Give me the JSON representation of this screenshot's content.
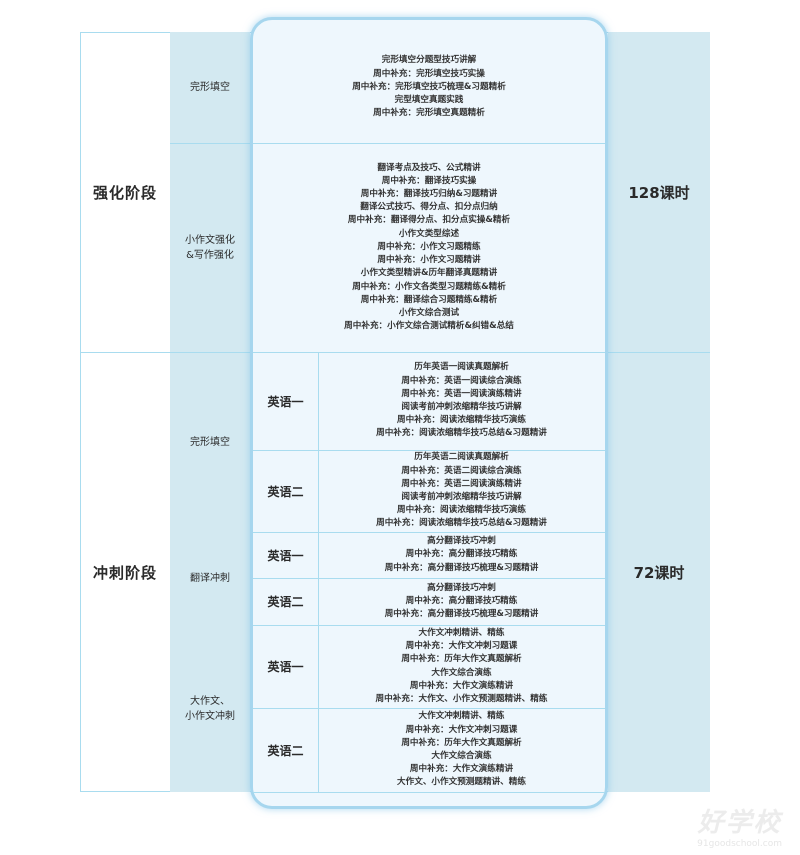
{
  "stages": [
    {
      "name": "强化阶段",
      "hours": "128课时"
    },
    {
      "name": "冲刺阶段",
      "hours": "72课时"
    }
  ],
  "subjects": [
    "完形填空",
    "小作文强化\n&写作强化",
    "完形填空",
    "翻译冲刺",
    "大作文、\n小作文冲刺"
  ],
  "languages": [
    "英语一",
    "英语二",
    "英语一",
    "英语二",
    "英语一",
    "英语二"
  ],
  "blocks": [
    [
      "完形填空分题型技巧讲解",
      "周中补充：完形填空技巧实操",
      "周中补充：完形填空技巧梳理&习题精析",
      "完型填空真题实践",
      "周中补充：完形填空真题精析"
    ],
    [
      "翻译考点及技巧、公式精讲",
      "周中补充：翻译技巧实操",
      "周中补充：翻译技巧归纳&习题精讲",
      "翻译公式技巧、得分点、扣分点归纳",
      "周中补充：翻译得分点、扣分点实操&精析",
      "小作文类型综述",
      "周中补充：小作文习题精练",
      "周中补充：小作文习题精讲",
      "小作文类型精讲&历年翻译真题精讲",
      "周中补充：小作文各类型习题精练&精析",
      "周中补充：翻译综合习题精练&精析",
      "小作文综合测试",
      "周中补充：小作文综合测试精析&纠错&总结"
    ],
    [
      "历年英语一阅读真题解析",
      "周中补充：英语一阅读综合演练",
      "周中补充：英语一阅读演练精讲",
      "阅读考前冲刺浓缩精华技巧讲解",
      "周中补充：阅读浓缩精华技巧演练",
      "周中补充：阅读浓缩精华技巧总结&习题精讲"
    ],
    [
      "历年英语二阅读真题解析",
      "周中补充：英语二阅读综合演练",
      "周中补充：英语二阅读演练精讲",
      "阅读考前冲刺浓缩精华技巧讲解",
      "周中补充：阅读浓缩精华技巧演练",
      "周中补充：阅读浓缩精华技巧总结&习题精讲"
    ],
    [
      "高分翻译技巧冲刺",
      "周中补充：高分翻译技巧精练",
      "周中补充：高分翻译技巧梳理&习题精讲"
    ],
    [
      "高分翻译技巧冲刺",
      "周中补充：高分翻译技巧精练",
      "周中补充：高分翻译技巧梳理&习题精讲"
    ],
    [
      "大作文冲刺精讲、精练",
      "周中补充：大作文冲刺习题课",
      "周中补充：历年大作文真题解析",
      "大作文综合演练",
      "周中补充：大作文演练精讲",
      "周中补充：大作文、小作文预测题精讲、精练"
    ],
    [
      "大作文冲刺精讲、精练",
      "周中补充：大作文冲刺习题课",
      "周中补充：历年大作文真题解析",
      "大作文综合演练",
      "周中补充：大作文演练精讲",
      "大作文、小作文预测题精讲、精练"
    ]
  ],
  "watermark": {
    "brand": "好学校",
    "site": "91goodschool.com"
  },
  "colors": {
    "border": "#a9dcef",
    "cell_bg": "#d3e9f1",
    "card_bg": "#eef7fd"
  }
}
